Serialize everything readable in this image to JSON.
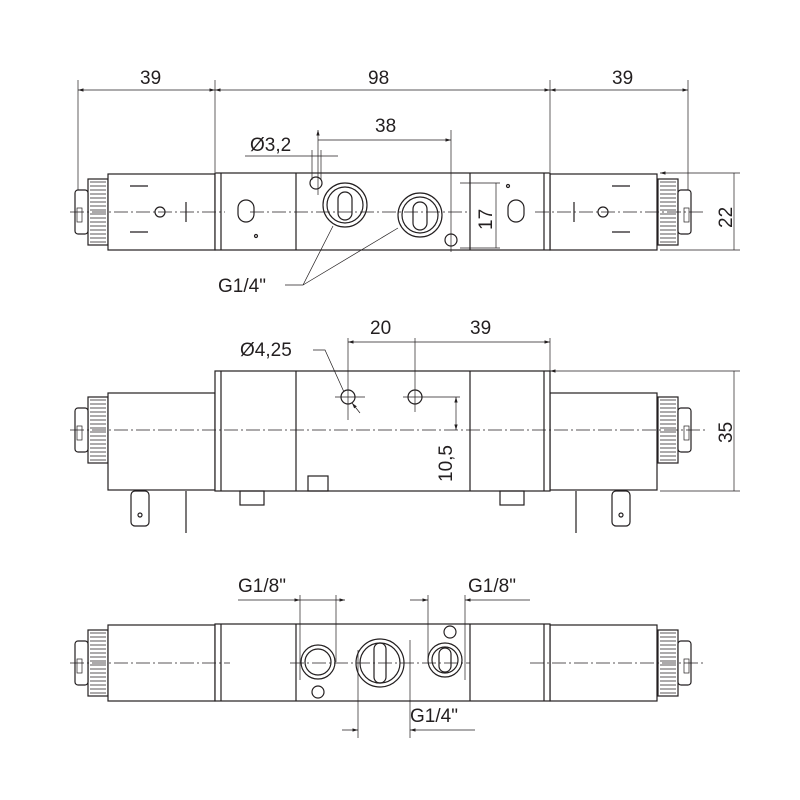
{
  "dimensions": {
    "top_left_coil": "39",
    "top_body": "98",
    "top_right_coil": "39",
    "port_spacing": "38",
    "mount_hole": "Ø3,2",
    "port_height": "17",
    "width": "22",
    "port_thread": "G1/4\"",
    "mount_hole_2": "Ø4,25",
    "hole_spacing": "20",
    "hole_to_end": "39",
    "hole_offset": "10,5",
    "height": "35",
    "port_left": "G1/8\"",
    "port_right": "G1/8\"",
    "port_center": "G1/4\""
  },
  "line_color": "#231f20"
}
